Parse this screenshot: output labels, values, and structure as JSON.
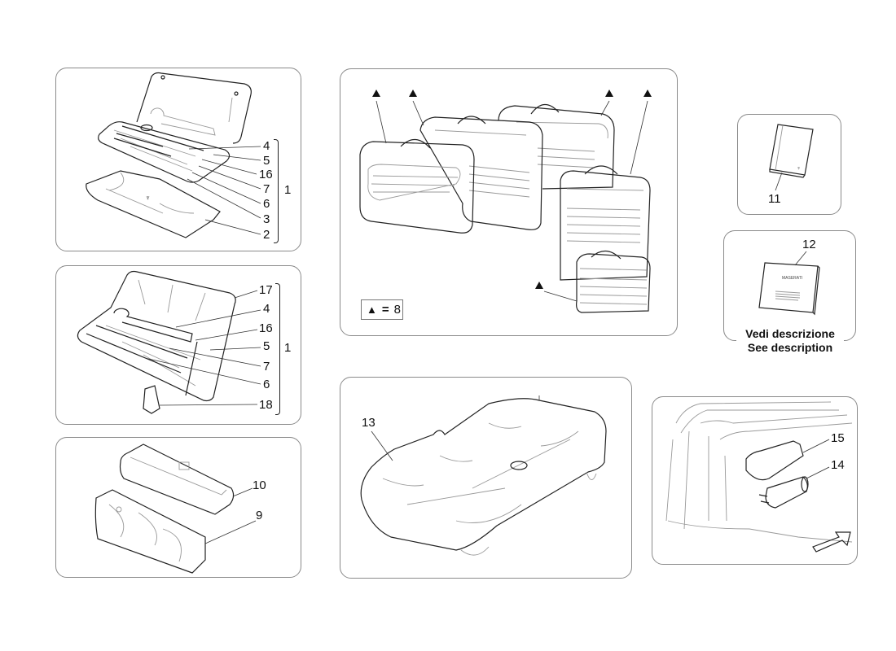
{
  "diagram": {
    "subject": "Maserati accessories parts diagram",
    "panels": [
      {
        "id": "tool-kit-1",
        "callouts": [
          "4",
          "5",
          "16",
          "7",
          "6",
          "3",
          "2"
        ],
        "group_label": "1"
      },
      {
        "id": "tool-kit-2",
        "callouts": [
          "17",
          "4",
          "16",
          "5",
          "7",
          "6",
          "18"
        ],
        "group_label": "1"
      },
      {
        "id": "pouches",
        "callouts": [
          "10",
          "9"
        ]
      },
      {
        "id": "luggage-set",
        "legend": {
          "symbol": "▲",
          "equals": "=",
          "value": "8"
        }
      },
      {
        "id": "car-cover",
        "callouts": [
          "13"
        ]
      },
      {
        "id": "owner-manual",
        "callouts": [
          "11"
        ]
      },
      {
        "id": "document-booklet",
        "callouts": [
          "12"
        ],
        "note_it": "Vedi descrizione",
        "note_en": "See description"
      },
      {
        "id": "trunk-kit",
        "callouts": [
          "15",
          "14"
        ]
      }
    ]
  }
}
